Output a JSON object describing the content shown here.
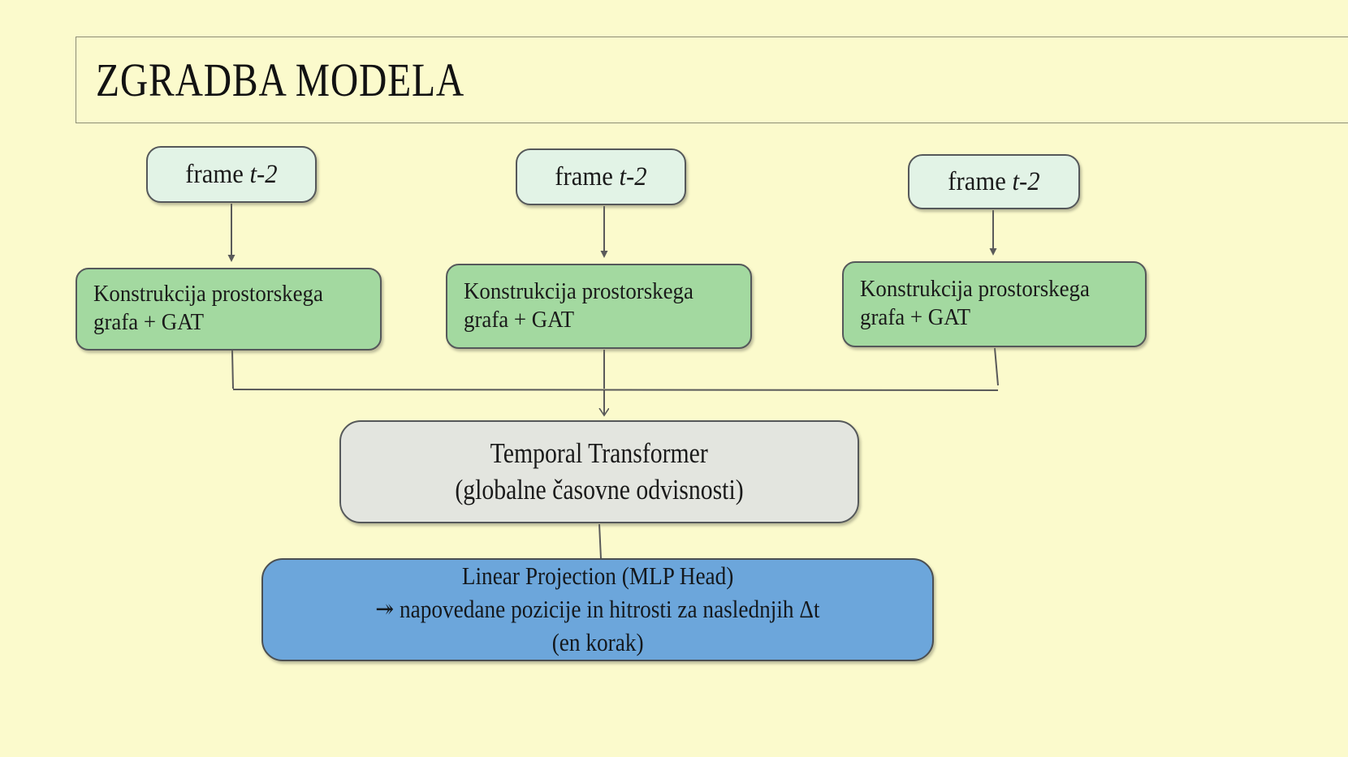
{
  "slide": {
    "title": "ZGRADBA MODELA"
  },
  "frame_boxes": [
    {
      "prefix": "frame ",
      "variable": "t-2"
    },
    {
      "prefix": "frame ",
      "variable": "t-2"
    },
    {
      "prefix": "frame ",
      "variable": "t-2"
    }
  ],
  "spatial_boxes": [
    {
      "lines": [
        "Konstrukcija prostorskega",
        "grafa + GAT"
      ]
    },
    {
      "lines": [
        "Konstrukcija prostorskega",
        "grafa + GAT"
      ]
    },
    {
      "lines": [
        "Konstrukcija prostorskega",
        "grafa + GAT"
      ]
    }
  ],
  "temporal_box": {
    "line1": "Temporal Transformer",
    "line2": "(globalne časovne odvisnosti)"
  },
  "projection_box": {
    "line1": "Linear Projection (MLP Head)",
    "line2": "↠ napovedane pozicije in hitrosti za naslednjih Δt",
    "line3": "(en korak)"
  },
  "colors": {
    "background": "#FBFACC",
    "frame_box_fill": "#E2F3E6",
    "spatial_box_fill": "#A3D9A0",
    "temporal_box_fill": "#E3E5DF",
    "projection_box_fill": "#6CA6DB",
    "box_border": "#55585A",
    "title_border": "#8D8D75",
    "connector_line": "#5A5A5A",
    "text": "#1A1A1A"
  }
}
